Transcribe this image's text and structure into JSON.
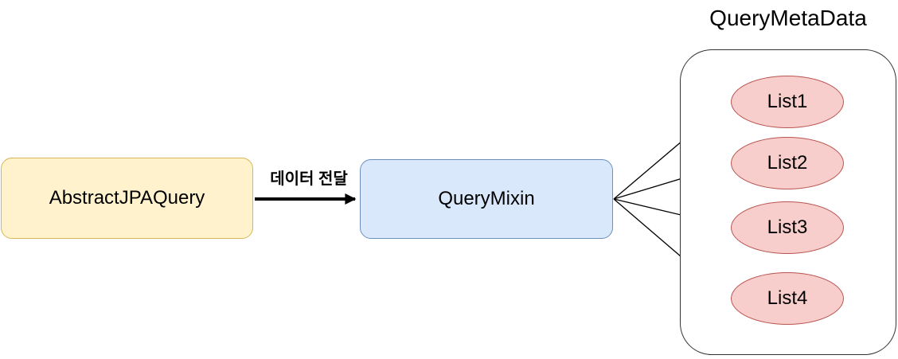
{
  "diagram": {
    "nodes": {
      "source": {
        "label": "AbstractJPAQuery"
      },
      "mixin": {
        "label": "QueryMixin"
      }
    },
    "edge": {
      "label": "데이터 전달"
    },
    "group": {
      "title": "QueryMetaData",
      "items": [
        {
          "label": "List1"
        },
        {
          "label": "List2"
        },
        {
          "label": "List3"
        },
        {
          "label": "List4"
        }
      ]
    },
    "colors": {
      "source-fill": "#FFF2CC",
      "source-border": "#D6B656",
      "mixin-fill": "#DAE8FC",
      "mixin-border": "#6C8EBF",
      "item-fill": "#F8CECC",
      "item-border": "#B85450",
      "edge": "#000000",
      "group-border": "#333333",
      "text": "#000000",
      "bg": "#FFFFFF"
    }
  }
}
